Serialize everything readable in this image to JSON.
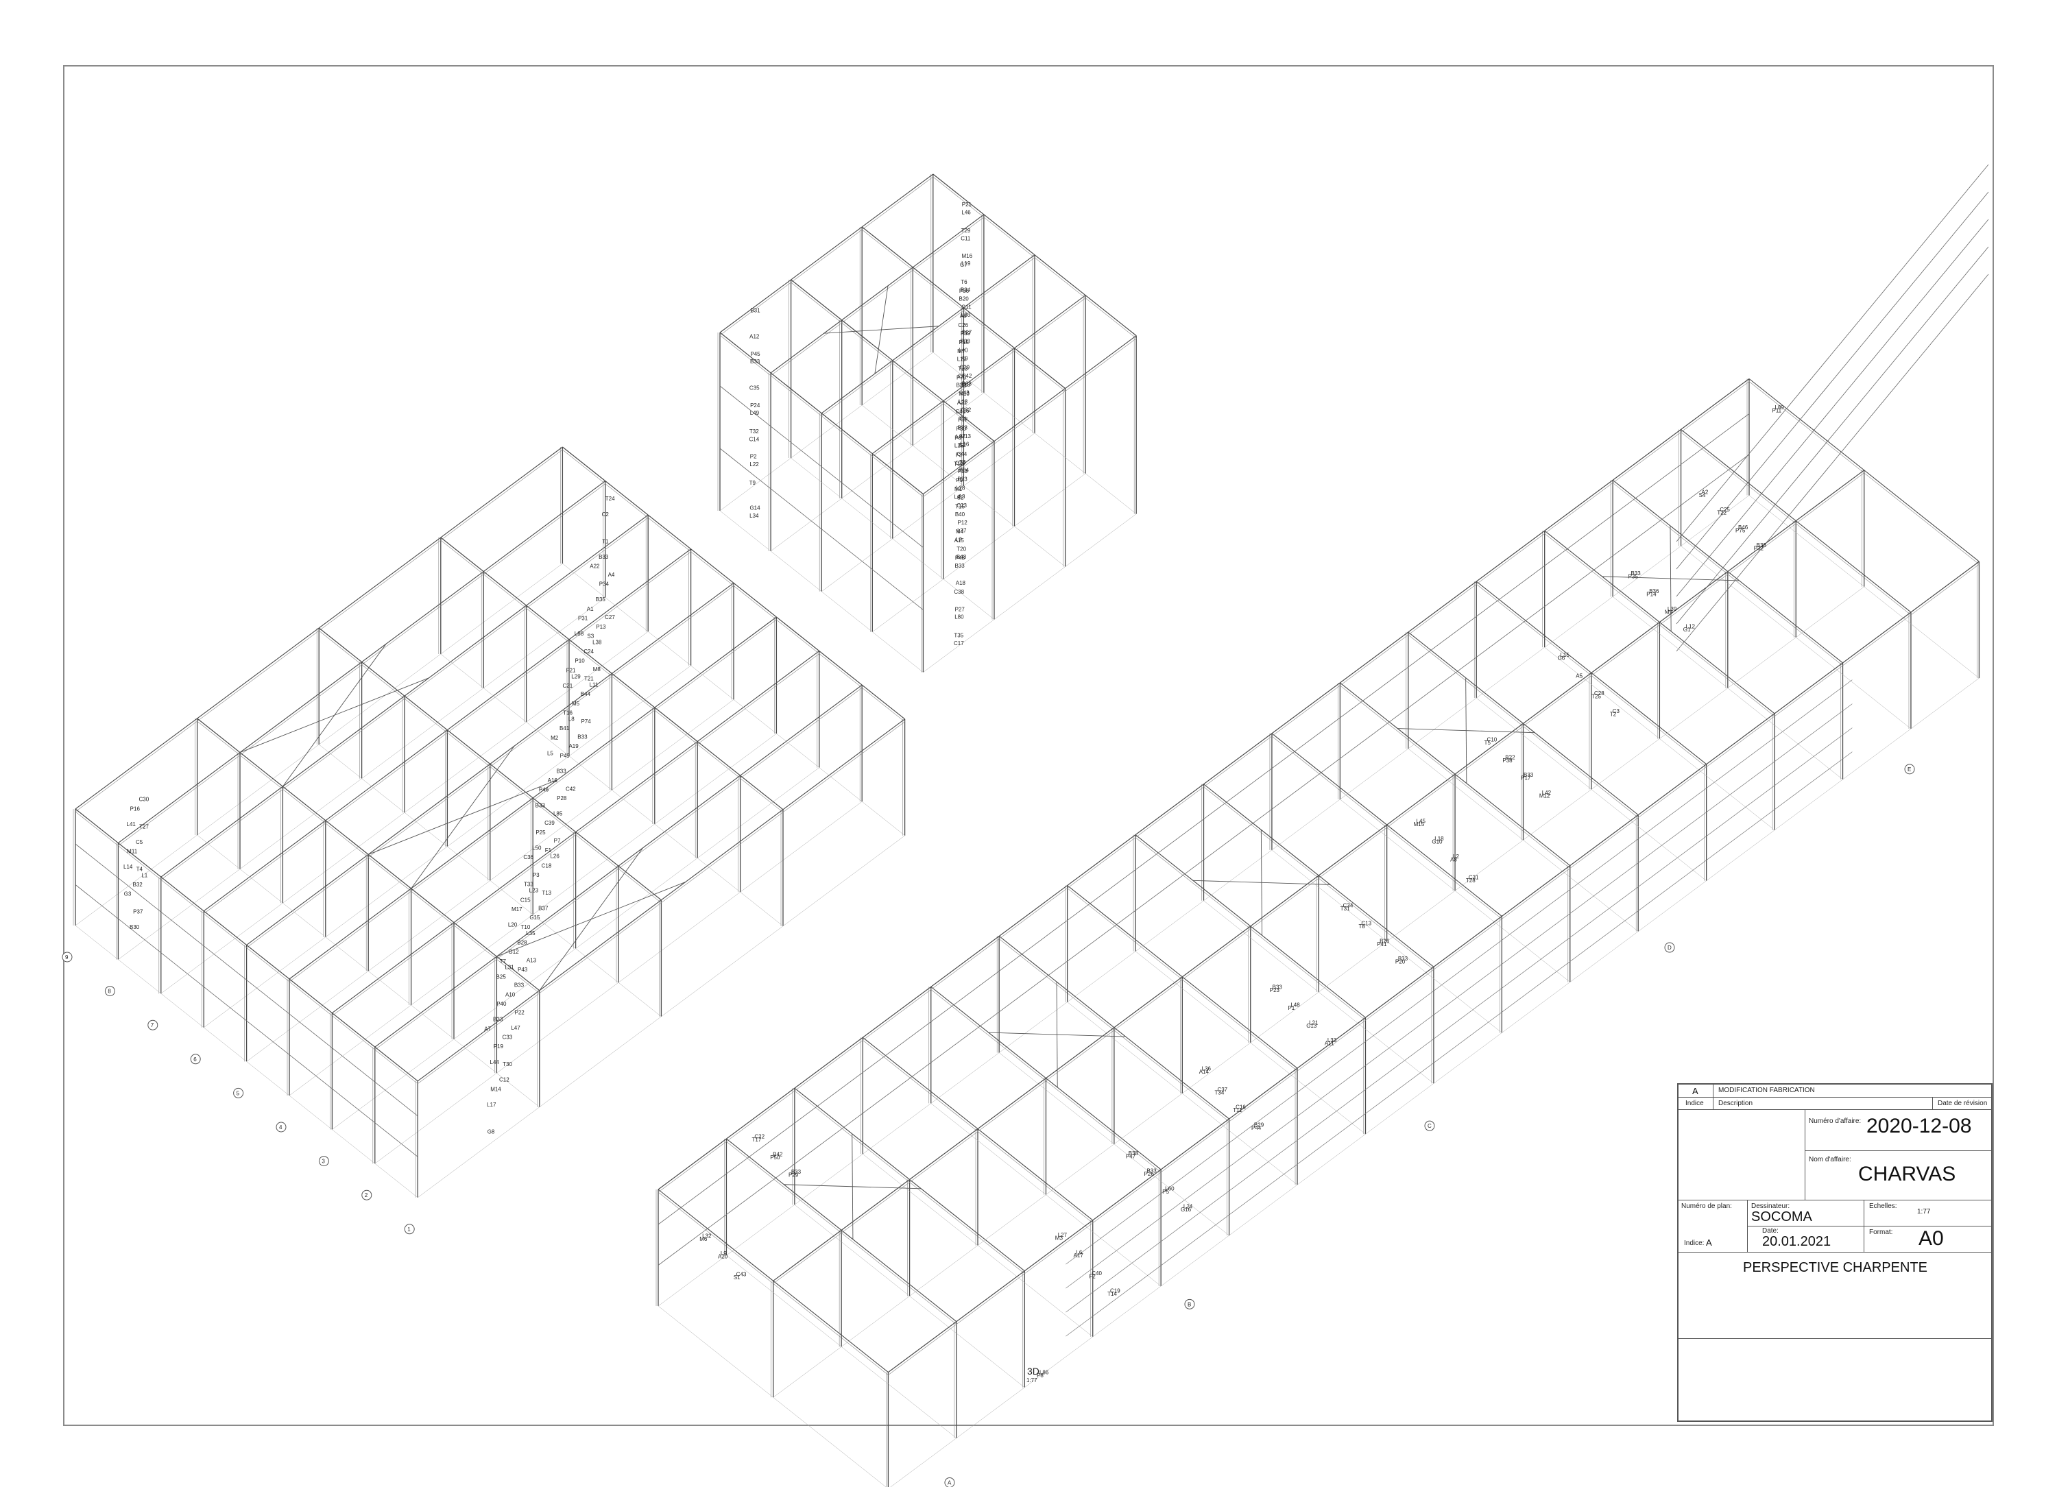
{
  "view": {
    "title": "3D",
    "scale": "1:77"
  },
  "grid_axes": {
    "numbers": [
      "1",
      "2",
      "3",
      "4",
      "5",
      "6",
      "7",
      "8",
      "9"
    ],
    "letters": [
      "A",
      "B",
      "C",
      "D",
      "E"
    ]
  },
  "member_labels": [
    "L1",
    "L2",
    "L30",
    "L31",
    "L33",
    "L34",
    "L35",
    "L36",
    "L4",
    "L5",
    "L6",
    "L7",
    "L8",
    "L9",
    "L10",
    "L11",
    "L12",
    "L13",
    "L14",
    "L15",
    "L16",
    "L17",
    "L18",
    "L19",
    "L20",
    "L21",
    "L22",
    "L23",
    "L24",
    "L25",
    "L26",
    "L27",
    "L28",
    "L29",
    "L32",
    "L37",
    "L38",
    "L39",
    "L40",
    "L41",
    "L42",
    "L43",
    "L44",
    "L45",
    "L46",
    "L47",
    "L48",
    "L49",
    "L50",
    "L60",
    "L80",
    "L85",
    "L86",
    "L87",
    "L88",
    "L89",
    "B33",
    "B35",
    "B36",
    "B20",
    "B30",
    "B33",
    "B33",
    "B33",
    "B33",
    "B33",
    "B33",
    "B33",
    "B33",
    "B33",
    "B33",
    "B33",
    "B33",
    "B33",
    "B33",
    "B33",
    "B33",
    "B33",
    "B33",
    "B33",
    "B34",
    "B32",
    "B22",
    "B24",
    "B25",
    "B26",
    "B27",
    "B28",
    "B29",
    "B31",
    "B37",
    "B38",
    "B40",
    "B41",
    "B42",
    "B43",
    "B44",
    "B46",
    "C1",
    "C2",
    "C3",
    "C4",
    "C5",
    "C10",
    "C11",
    "C12",
    "C13",
    "C14",
    "C15",
    "C16",
    "C17",
    "C18",
    "C19",
    "C20",
    "C21",
    "C22",
    "C23",
    "C24",
    "C25",
    "C26",
    "C27",
    "C28",
    "C29",
    "C30",
    "C31",
    "C32",
    "C33",
    "C34",
    "C35",
    "C36",
    "C37",
    "C38",
    "C39",
    "C40",
    "C41",
    "C42",
    "C43",
    "C44",
    "A1",
    "A2",
    "A3",
    "A4",
    "A5",
    "A6",
    "A7",
    "A8",
    "A9",
    "A10",
    "A11",
    "A12",
    "A13",
    "A14",
    "A15",
    "A16",
    "A17",
    "A18",
    "A19",
    "A20",
    "A21",
    "A22",
    "G1",
    "G2",
    "G3",
    "G6",
    "G7",
    "G8",
    "G10",
    "G11",
    "G12",
    "G13",
    "G14",
    "G15",
    "G16",
    "M1",
    "M2",
    "M3",
    "M4",
    "M5",
    "M6",
    "M7",
    "M8",
    "M9",
    "M10",
    "M11",
    "M12",
    "M13",
    "M14",
    "M15",
    "M16",
    "M17",
    "P1",
    "P2",
    "P3",
    "P5",
    "P6",
    "P7",
    "P8",
    "P9",
    "P10",
    "P11",
    "P12",
    "P13",
    "P14",
    "P15",
    "P16",
    "P17",
    "P18",
    "P19",
    "P20",
    "P21",
    "P22",
    "P23",
    "P24",
    "P25",
    "P26",
    "P27",
    "P28",
    "P29",
    "P30",
    "P31",
    "P32",
    "P33",
    "P34",
    "P35",
    "P36",
    "P37",
    "P38",
    "P39",
    "P40",
    "P41",
    "P42",
    "P43",
    "P44",
    "P45",
    "P46",
    "P47",
    "P48",
    "P49",
    "P50",
    "P70",
    "P74",
    "P75",
    "P77",
    "T1",
    "T2",
    "T3",
    "T4",
    "T5",
    "T6",
    "T7",
    "T8",
    "T9",
    "T10",
    "T11",
    "T12",
    "T13",
    "T14",
    "T15",
    "T16",
    "T17",
    "T20",
    "T21",
    "T22",
    "T23",
    "T24",
    "T25",
    "T26",
    "T27",
    "T28",
    "T29",
    "T30",
    "T31",
    "T32",
    "T33",
    "T34",
    "T35",
    "F1",
    "F2",
    "F3",
    "F21",
    "S1",
    "S2",
    "S3",
    "S4"
  ],
  "title_block": {
    "revision_index": "A",
    "revision_description": "MODIFICATION FABRICATION",
    "col_indice": "Indice",
    "col_description": "Description",
    "col_date_revision": "Date de révision",
    "numero_affaire_label": "Numéro d'affaire:",
    "numero_affaire": "2020-12-08",
    "nom_affaire_label": "Nom d'affaire:",
    "nom_affaire": "CHARVAS",
    "numero_plan_label": "Numéro de plan:",
    "indice_label": "Indice:",
    "indice_value": "A",
    "dessinateur_label": "Dessinateur:",
    "dessinateur": "SOCOMA",
    "date_label": "Date:",
    "date": "20.01.2021",
    "echelles_label": "Echelles:",
    "echelle": "1:77",
    "format_label": "Format:",
    "format": "A0",
    "drawing_title": "PERSPECTIVE CHARPENTE"
  },
  "colors": {
    "line": "#4a4a4a",
    "light_line": "#9a9a9a",
    "border": "#8a8a8a"
  }
}
